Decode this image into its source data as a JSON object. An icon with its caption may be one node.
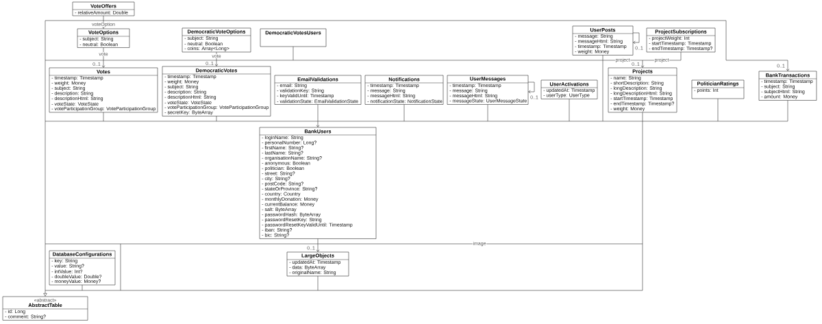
{
  "diagram": {
    "nodes": [
      {
        "text": [
          "VoteOffers",
          "- relativeAmount: Double"
        ]
      },
      {
        "text": [
          "VoteOptions",
          "- subject: String",
          "- neutral: Boolean"
        ]
      },
      {
        "text": [
          "DemocraticVoteOptions",
          "- subject: String",
          "- neutral: Boolean",
          "- coins: Array<Long>"
        ]
      },
      {
        "text": [
          "DemocraticVotesUsers"
        ]
      },
      {
        "text": [
          "UserPosts",
          "- message: String",
          "- messageHtml: String",
          "- timestamp: Timestamp",
          "- weight: Money"
        ]
      },
      {
        "text": [
          "ProjectSubscriptions",
          "- projectWeight: Int",
          "- startTimestamp: Timestamp",
          "- endTimestamp: Timestamp?"
        ]
      },
      {
        "text": [
          "Votes",
          "- timestamp: Timestamp",
          "- weight: Money",
          "- subject: String",
          "- description: String",
          "- descriptionHtml: String",
          "- voteState: VoteState",
          "- voteParticipationGroup: VoteParticipationGroup"
        ]
      },
      {
        "text": [
          "DemocraticVotes",
          "- timestamp: Timestamp",
          "- weight: Money",
          "- subject: String",
          "- description: String",
          "- descriptionHtml: String",
          "- voteState: VoteState",
          "- voteParticipationGroup: VoteParticipationGroup",
          "- secretKey: ByteArray"
        ]
      },
      {
        "text": [
          "EmailValidations",
          "- email: String",
          "- validationKey: String",
          "- keyValidUntil: Timestamp",
          "- validationState: EmailValidationState"
        ]
      },
      {
        "text": [
          "Notifications",
          "- timestamp: Timestamp",
          "- message: String",
          "- messageHtml: String",
          "- notificationState: NotificationState"
        ]
      },
      {
        "text": [
          "UserMessages",
          "- timestamp: Timestamp",
          "- message: String",
          "- messageHtml: String",
          "- messageState: UserMessageState"
        ]
      },
      {
        "text": [
          "UserActivations",
          "- updatedAt: Timestamp",
          "- userType: UserType"
        ]
      },
      {
        "text": [
          "Projects",
          "- name: String",
          "- shortDescription: String",
          "- longDescription: String",
          "- longDescriptionHtml: String",
          "- startTimestamp: Timestamp",
          "- endTimestamp: Timestamp?",
          "- weight: Money"
        ]
      },
      {
        "text": [
          "PoliticianRatings",
          "- points: Int"
        ]
      },
      {
        "text": [
          "BankTransactions",
          "- timestamp: Timestamp",
          "- subject: String",
          "- subjectHtml: String",
          "- amount: Money"
        ]
      },
      {
        "text": [
          "BankUsers",
          "- loginName: String",
          "- personalNumber: Long?",
          "- firstName: String?",
          "- lastName: String?",
          "- organisationName: String?",
          "- anonymous: Boolean",
          "- politician: Boolean",
          "- street: String?",
          "- city: String?",
          "- postCode: String?",
          "- stateOrProvince: String?",
          "- country: Country",
          "- monthlyDonation: Money",
          "- currentBalance: Money",
          "- salt: ByteArray",
          "- passwordHash: ByteArray",
          "- passwordResetKey: String",
          "- passwordResetKeyValidUntil: Timestamp",
          "- iban: String?",
          "- bic: String?"
        ]
      },
      {
        "text": [
          "DatabaseConfigurations",
          "- key: String",
          "- value: String?",
          "- intValue: Int?",
          "- doubleValue: Double?",
          "- moneyValue: Money?"
        ]
      },
      {
        "text": [
          "LargeObjects",
          "- updatedAt: Timestamp",
          "- data: ByteArray",
          "- originalName: String"
        ]
      },
      {
        "text": [
          "«abstract»",
          "AbstractTable",
          "- id: Long",
          "- comment: String?"
        ]
      }
    ],
    "edges": [
      {
        "from": 0,
        "to": 18,
        "arrow": "to"
      },
      {
        "from": 1,
        "to": 18,
        "arrow": "to"
      },
      {
        "from": 2,
        "to": 18,
        "arrow": "to"
      },
      {
        "from": 3,
        "to": 18,
        "arrow": "to"
      },
      {
        "from": 4,
        "to": 18,
        "arrow": "to"
      },
      {
        "from": 5,
        "to": 18,
        "arrow": "to"
      },
      {
        "from": 6,
        "to": 18,
        "arrow": "to"
      },
      {
        "from": 7,
        "to": 18,
        "arrow": "to"
      },
      {
        "from": 8,
        "to": 18,
        "arrow": "to"
      },
      {
        "from": 9,
        "to": 18,
        "arrow": "to"
      },
      {
        "from": 10,
        "to": 18,
        "arrow": "to"
      },
      {
        "from": 11,
        "to": 18,
        "arrow": "to"
      },
      {
        "from": 12,
        "to": 18,
        "arrow": "to"
      },
      {
        "from": 13,
        "to": 18,
        "arrow": "to"
      },
      {
        "from": 14,
        "to": 18,
        "arrow": "to"
      },
      {
        "from": 15,
        "to": 18,
        "arrow": "to"
      },
      {
        "from": 16,
        "to": 18,
        "arrow": "to"
      },
      {
        "from": 17,
        "to": 18,
        "arrow": "to"
      },
      {
        "from": 0,
        "to": 1,
        "arrow": "to",
        "label": "voteOption"
      },
      {
        "from": 1,
        "to": 6,
        "arrow": "to",
        "label": "vote"
      },
      {
        "from": 2,
        "to": 7,
        "arrow": "to",
        "label": "vote"
      },
      {
        "from": 0,
        "to": 14,
        "arrow": "to"
      },
      {
        "from": 4,
        "to": 4,
        "arrow": "to"
      },
      {
        "from": 10,
        "to": 10,
        "arrow": "to"
      },
      {
        "from": 4,
        "to": 12,
        "arrow": "to",
        "label": "project"
      },
      {
        "from": 5,
        "to": 12,
        "arrow": "to",
        "label": "project"
      },
      {
        "from": 6,
        "to": 15,
        "arrow": "to"
      },
      {
        "from": 7,
        "to": 15,
        "arrow": "to"
      },
      {
        "from": 8,
        "to": 15,
        "arrow": "to"
      },
      {
        "from": 9,
        "to": 15,
        "arrow": "to"
      },
      {
        "from": 10,
        "to": 15,
        "arrow": "to"
      },
      {
        "from": 11,
        "to": 15,
        "arrow": "to"
      },
      {
        "from": 4,
        "to": 15,
        "arrow": "to"
      },
      {
        "from": 12,
        "to": 15,
        "arrow": "to"
      },
      {
        "from": 13,
        "to": 15,
        "arrow": "to"
      },
      {
        "from": 14,
        "to": 15,
        "arrow": "to"
      },
      {
        "from": 15,
        "to": 17,
        "arrow": "to"
      },
      {
        "from": 12,
        "to": 17,
        "arrow": "to",
        "label": "image"
      }
    ],
    "labels": [
      "0..1",
      "0..1",
      "0..1",
      "0..1",
      "0..1",
      "0..1",
      "0..1"
    ]
  }
}
